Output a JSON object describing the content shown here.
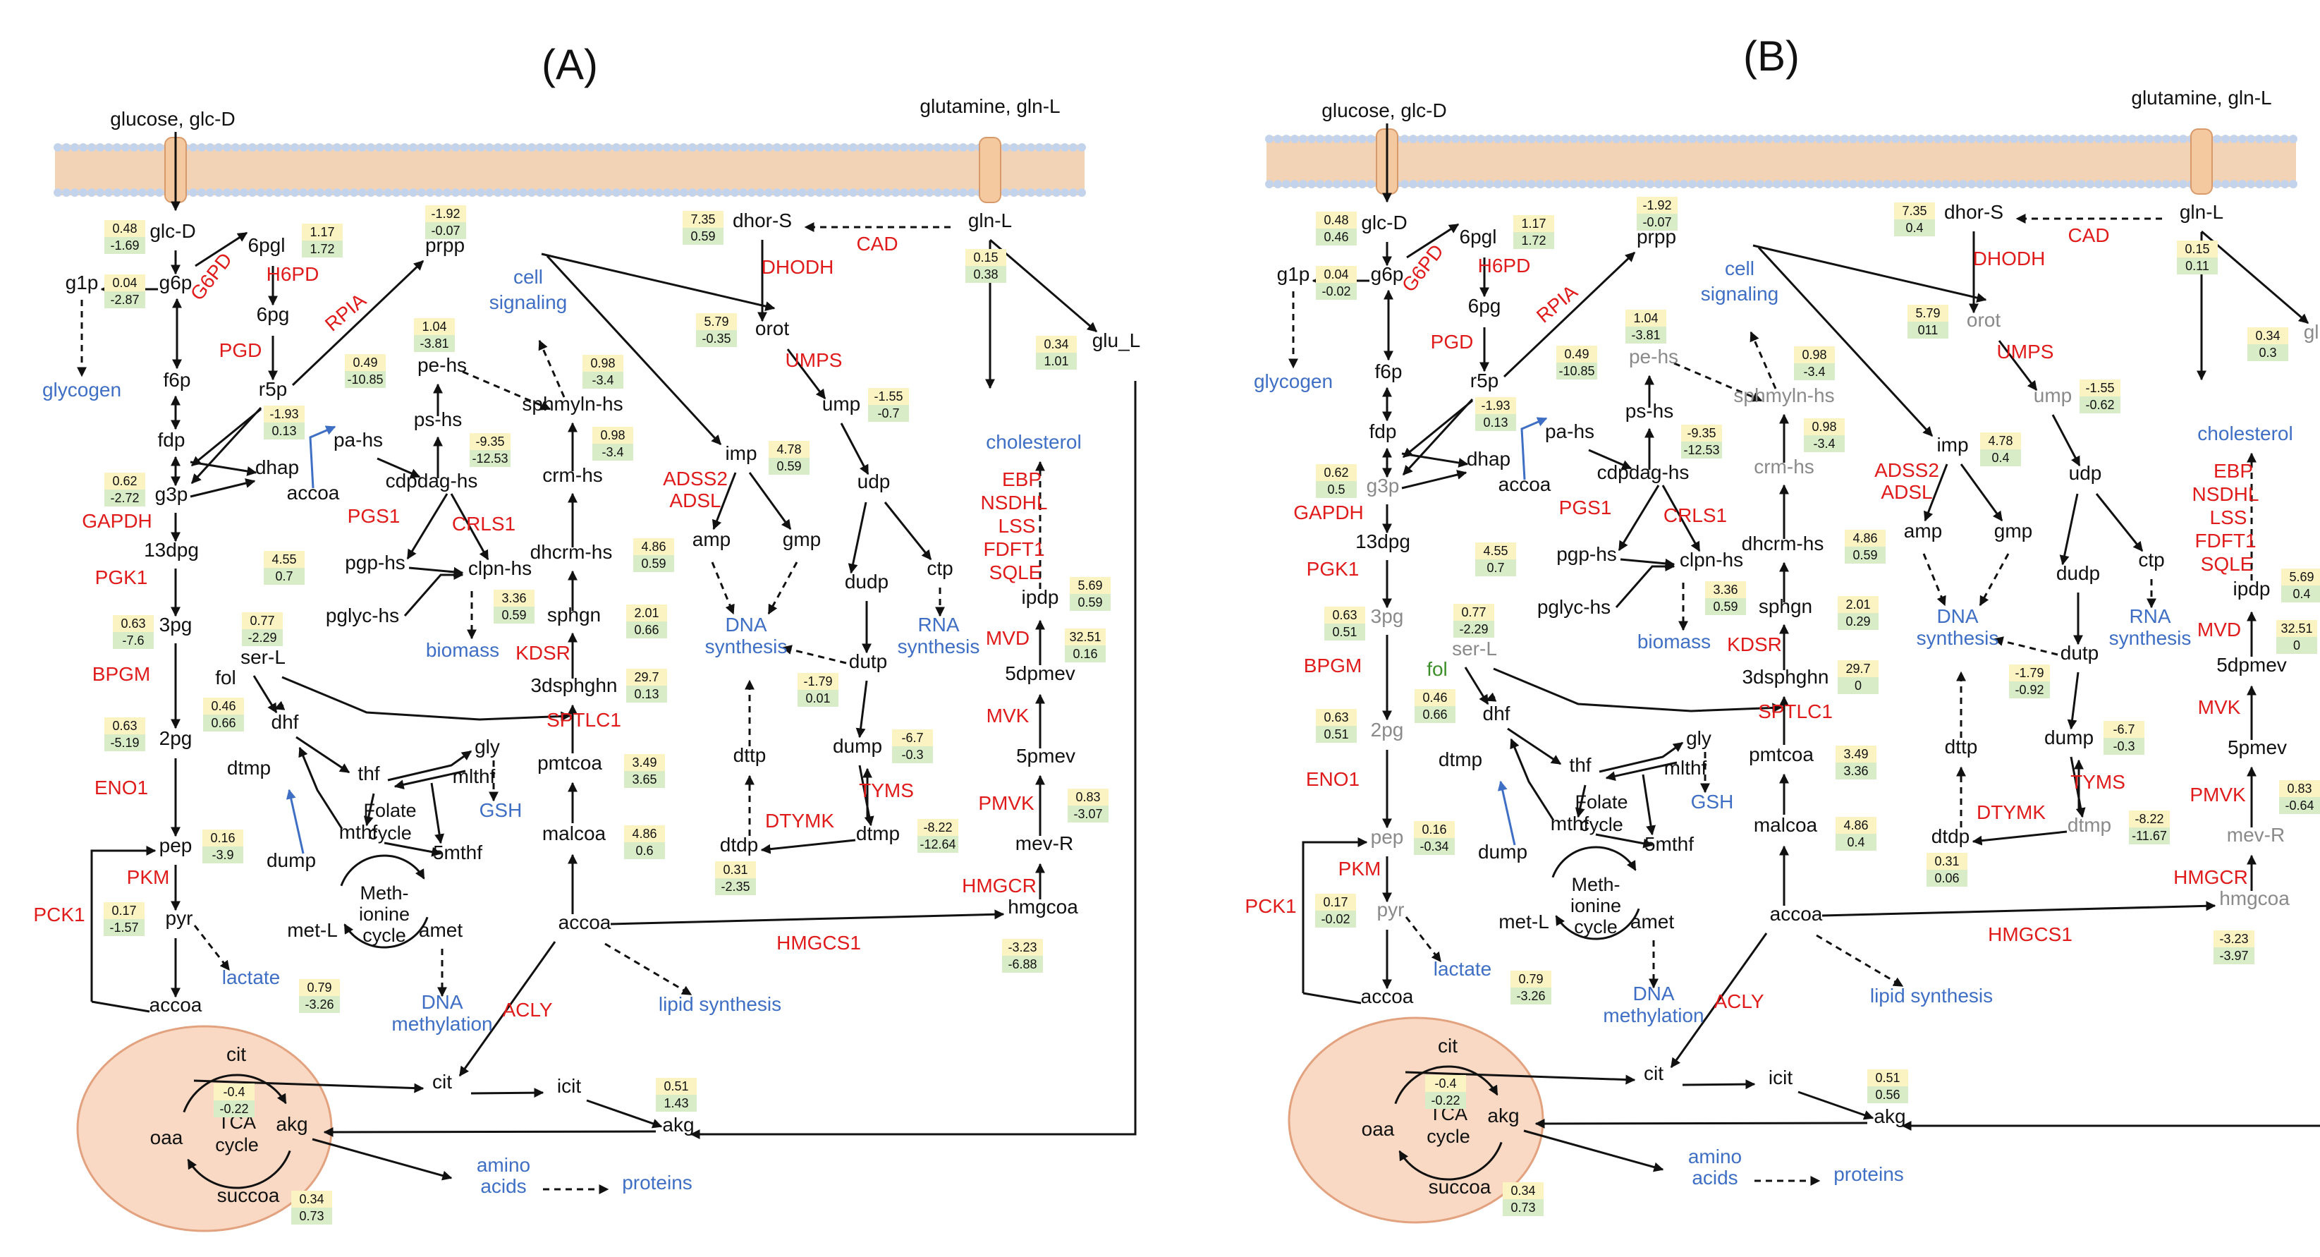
{
  "colors": {
    "enzyme": "#e01b1b",
    "process": "#3f6fc4",
    "metabolite": "#111111",
    "inactive": "#8a8a8a",
    "folate": "#3c8f28",
    "box_top": "#fbf3c2",
    "box_bottom": "#d9ecc8",
    "mito_fill": "#f9d9c4",
    "mito_stroke": "#e3a27f",
    "membrane": "#c4d3ec",
    "channel": "#f5c9a0"
  },
  "panels": [
    {
      "title": "(A)",
      "grey": [],
      "vals": {
        "glcD": [
          "0.48",
          "-1.69"
        ],
        "g6p": [
          "0.04",
          "-2.87"
        ],
        "pgl6": [
          "1.17",
          "1.72"
        ],
        "prpp": [
          "-1.92",
          "-0.07"
        ],
        "dhorS": [
          "7.35",
          "0.59"
        ],
        "glnL": [
          "0.15",
          "0.38"
        ],
        "orot": [
          "5.79",
          "-0.35"
        ],
        "ump": [
          "-1.55",
          "-0.7"
        ],
        "pehs": [
          "1.04",
          "-3.81"
        ],
        "pahs": [
          "0.49",
          "-10.85"
        ],
        "r5p": [
          "-1.93",
          "0.13"
        ],
        "sphm": [
          "0.98",
          "-3.4"
        ],
        "crm": [
          "0.98",
          "-3.4"
        ],
        "cdp": [
          "-9.35",
          "-12.53"
        ],
        "glu": [
          "0.34",
          "1.01"
        ],
        "imp": [
          "4.78",
          "0.59"
        ],
        "g3p": [
          "0.62",
          "-2.72"
        ],
        "dhcrm": [
          "4.86",
          "0.59"
        ],
        "pgp": [
          "4.55",
          "0.7"
        ],
        "clpn": [
          "3.36",
          "0.59"
        ],
        "ipdp": [
          "5.69",
          "0.59"
        ],
        "dpmev": [
          "32.51",
          "0.16"
        ],
        "pg3": [
          "0.63",
          "-7.6"
        ],
        "serL": [
          "0.77",
          "-2.29"
        ],
        "sphgn": [
          "2.01",
          "0.66"
        ],
        "fol": [
          "0.46",
          "0.66"
        ],
        "dutp": [
          "-1.79",
          "0.01"
        ],
        "dsphgn": [
          "29.7",
          "0.13"
        ],
        "pg2": [
          "0.63",
          "-5.19"
        ],
        "pmtcoa": [
          "3.49",
          "3.65"
        ],
        "dump": [
          "-6.7",
          "-0.3"
        ],
        "malcoa": [
          "4.86",
          "0.6"
        ],
        "pep": [
          "0.16",
          "-3.9"
        ],
        "dtmp": [
          "-8.22",
          "-12.64"
        ],
        "mevR": [
          "0.83",
          "-3.07"
        ],
        "dtdp": [
          "0.31",
          "-2.35"
        ],
        "pyr": [
          "0.17",
          "-1.57"
        ],
        "hmg": [
          "-3.23",
          "-6.88"
        ],
        "lact": [
          "0.79",
          "-3.26"
        ],
        "cit": [
          "-0.4",
          "-0.22"
        ],
        "akg": [
          "0.51",
          "1.43"
        ],
        "succ": [
          "0.34",
          "0.73"
        ]
      }
    },
    {
      "title": "(B)",
      "grey": [
        "orot",
        "ump",
        "pehs",
        "sphm",
        "crm",
        "g3p",
        "glu",
        "pg3",
        "serL",
        "pg2",
        "pep",
        "pyr",
        "dtmp",
        "mevR",
        "hmg"
      ],
      "vals": {
        "glcD": [
          "0.48",
          "0.46"
        ],
        "g6p": [
          "0.04",
          "-0.02"
        ],
        "pgl6": [
          "1.17",
          "1.72"
        ],
        "prpp": [
          "-1.92",
          "-0.07"
        ],
        "dhorS": [
          "7.35",
          "0.4"
        ],
        "glnL": [
          "0.15",
          "0.11"
        ],
        "orot": [
          "5.79",
          "011"
        ],
        "ump": [
          "-1.55",
          "-0.62"
        ],
        "pehs": [
          "1.04",
          "-3.81"
        ],
        "pahs": [
          "0.49",
          "-10.85"
        ],
        "r5p": [
          "-1.93",
          "0.13"
        ],
        "sphm": [
          "0.98",
          "-3.4"
        ],
        "crm": [
          "0.98",
          "-3.4"
        ],
        "cdp": [
          "-9.35",
          "-12.53"
        ],
        "glu": [
          "0.34",
          "0.3"
        ],
        "imp": [
          "4.78",
          "0.4"
        ],
        "g3p": [
          "0.62",
          "0.5"
        ],
        "dhcrm": [
          "4.86",
          "0.59"
        ],
        "pgp": [
          "4.55",
          "0.7"
        ],
        "clpn": [
          "3.36",
          "0.59"
        ],
        "ipdp": [
          "5.69",
          "0.4"
        ],
        "dpmev": [
          "32.51",
          "0"
        ],
        "pg3": [
          "0.63",
          "0.51"
        ],
        "serL": [
          "0.77",
          "-2.29"
        ],
        "sphgn": [
          "2.01",
          "0.29"
        ],
        "fol": [
          "0.46",
          "0.66"
        ],
        "dutp": [
          "-1.79",
          "-0.92"
        ],
        "dsphgn": [
          "29.7",
          "0"
        ],
        "pg2": [
          "0.63",
          "0.51"
        ],
        "pmtcoa": [
          "3.49",
          "3.36"
        ],
        "dump": [
          "-6.7",
          "-0.3"
        ],
        "malcoa": [
          "4.86",
          "0.4"
        ],
        "pep": [
          "0.16",
          "-0.34"
        ],
        "dtmp": [
          "-8.22",
          "-11.67"
        ],
        "mevR": [
          "0.83",
          "-0.64"
        ],
        "dtdp": [
          "0.31",
          "0.06"
        ],
        "pyr": [
          "0.17",
          "-0.02"
        ],
        "hmg": [
          "-3.23",
          "-3.97"
        ],
        "lact": [
          "0.79",
          "-3.26"
        ],
        "cit": [
          "-0.4",
          "-0.22"
        ],
        "akg": [
          "0.51",
          "0.56"
        ],
        "succ": [
          "0.34",
          "0.73"
        ]
      }
    }
  ],
  "labels": {
    "nodes": {
      "glc_D": "glc-D",
      "g6p": "g6p",
      "g1p": "g1p",
      "f6p": "f6p",
      "fdp": "fdp",
      "g3p": "g3p",
      "dhap": "dhap",
      "p13dpg": "13dpg",
      "p3pg": "3pg",
      "p2pg": "2pg",
      "pep": "pep",
      "pyr": "pyr",
      "accoa_m": "accoa",
      "cit_m": "cit",
      "akg_m": "akg",
      "succoa": "succoa",
      "oaa": "oaa",
      "pgl6": "6pgl",
      "pg6": "6pg",
      "r5p": "r5p",
      "prpp": "prpp",
      "pahs": "pa-hs",
      "pehs": "pe-hs",
      "pshs": "ps-hs",
      "cdpdaghs": "cdpdag-hs",
      "pgphs": "pgp-hs",
      "pglychs": "pglyc-hs",
      "clpnhs": "clpn-hs",
      "accoa_l": "accoa",
      "sphmylnhs": "sphmyln-hs",
      "crmhs": "crm-hs",
      "dhcrmhs": "dhcrm-hs",
      "sphgn": "sphgn",
      "dsphgn": "3dsphghn",
      "pmtcoa": "pmtcoa",
      "malcoa": "malcoa",
      "accoa_c": "accoa",
      "cit_c": "cit",
      "icit": "icit",
      "akg_c": "akg",
      "serL": "ser-L",
      "fol": "fol",
      "dhf": "dhf",
      "thf": "thf",
      "gly": "gly",
      "mlthf": "mlthf",
      "mthf": "mthf",
      "mthf5": "5mthf",
      "dtmp_f": "dtmp",
      "dump_f": "dump",
      "metL": "met-L",
      "amet": "amet",
      "dhorS": "dhor-S",
      "orot": "orot",
      "ump": "ump",
      "udp": "udp",
      "ctp": "ctp",
      "dudp": "dudp",
      "dutp": "dutp",
      "dump": "dump",
      "dtmp": "dtmp",
      "dtdp": "dtdp",
      "dttp": "dttp",
      "imp": "imp",
      "amp": "amp",
      "gmp": "gmp",
      "glnL": "gln-L",
      "gluL": "glu_L",
      "ipdp": "ipdp",
      "dpmev": "5dpmev",
      "pmev": "5pmev",
      "mevR": "mev-R",
      "hmgcoa": "hmgcoa",
      "glucose": "glucose, glc-D",
      "glutamine": "glutamine, gln-L"
    },
    "processes": {
      "glycogen": "glycogen",
      "cell": "cell",
      "signaling": "signaling",
      "biomass": "biomass",
      "gsh": "GSH",
      "dnam1": "DNA",
      "dnam2": "methylation",
      "lactate": "lactate",
      "lipid": "lipid synthesis",
      "amino1": "amino",
      "amino2": "acids",
      "proteins": "proteins",
      "dna1": "DNA",
      "dna2": "synthesis",
      "rna1": "RNA",
      "rna2": "synthesis",
      "cholesterol": "cholesterol"
    },
    "enzymes": {
      "G6PD": "G6PD",
      "H6PD": "H6PD",
      "PGD": "PGD",
      "RPIA": "RPIA",
      "GAPDH": "GAPDH",
      "PGK1": "PGK1",
      "BPGM": "BPGM",
      "ENO1": "ENO1",
      "PCK1": "PCK1",
      "PKM": "PKM",
      "PGS1": "PGS1",
      "CRLS1": "CRLS1",
      "KDSR": "KDSR",
      "SPTLC1": "SPTLC1",
      "ACLY": "ACLY",
      "CAD": "CAD",
      "DHODH": "DHODH",
      "UMPS": "UMPS",
      "ADSS2": "ADSS2",
      "ADSL": "ADSL",
      "DTYMK": "DTYMK",
      "TYMS": "TYMS",
      "HMGCS1": "HMGCS1",
      "HMGCR": "HMGCR",
      "PMVK": "PMVK",
      "MVK": "MVK",
      "MVD": "MVD",
      "EBP": "EBP",
      "NSDHL": "NSDHL",
      "LSS": "LSS",
      "FDFT1": "FDFT1",
      "SQLE": "SQLE"
    },
    "cycles": {
      "folate1": "Folate",
      "folate2": "cycle",
      "meth1": "Meth-",
      "meth2": "ionine",
      "meth3": "cycle",
      "tca1": "TCA",
      "tca2": "cycle"
    }
  }
}
